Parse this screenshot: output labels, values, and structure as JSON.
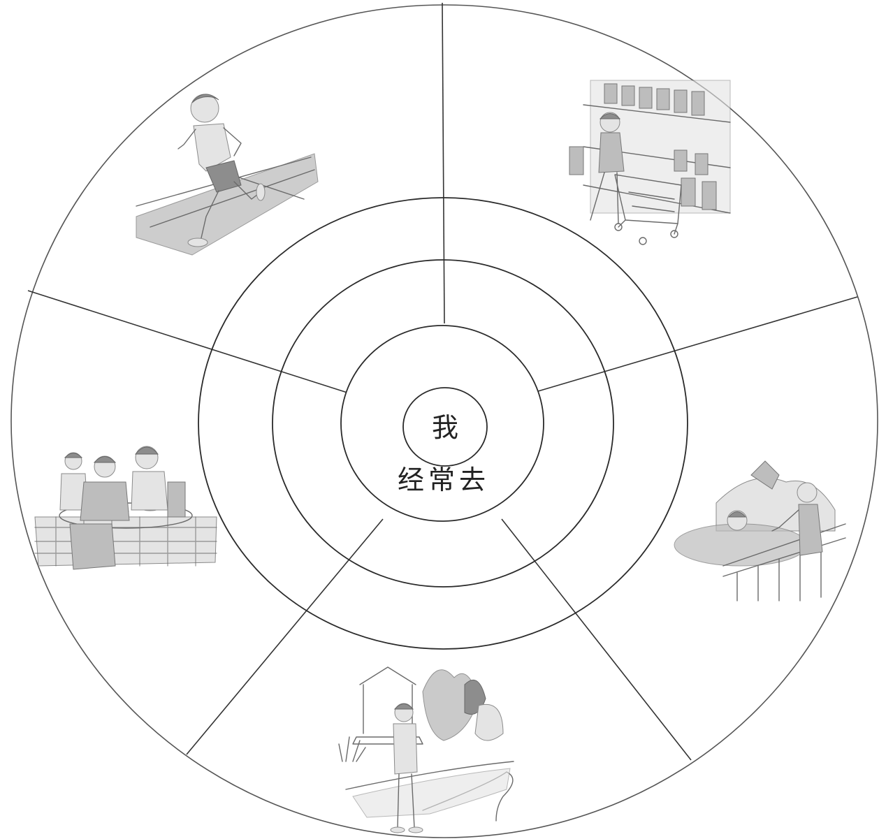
{
  "center": {
    "subject": "我",
    "verb": "经常去"
  },
  "segments": [
    {
      "id": "running-track",
      "icon": "jogging-person-illustration"
    },
    {
      "id": "supermarket",
      "icon": "shopping-cart-illustration"
    },
    {
      "id": "zoo",
      "icon": "zoo-visitors-illustration"
    },
    {
      "id": "park",
      "icon": "park-stroller-illustration"
    },
    {
      "id": "restaurant",
      "icon": "restaurant-diners-illustration"
    }
  ]
}
